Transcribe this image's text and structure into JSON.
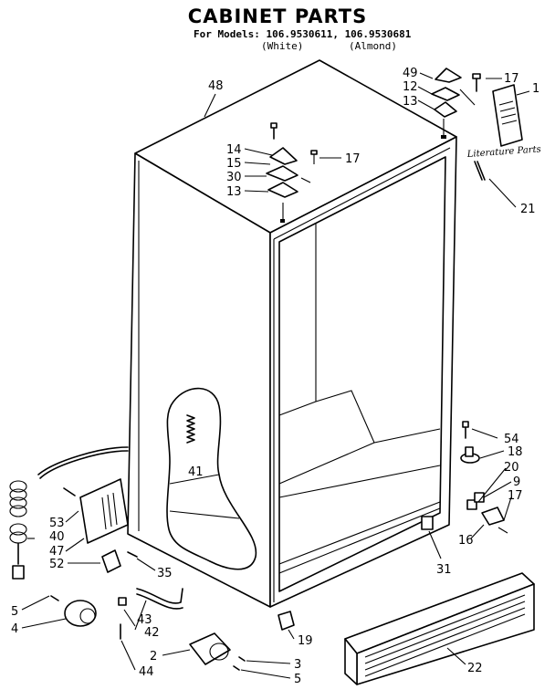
{
  "header": {
    "title": "CABINET PARTS",
    "models_line": "For Models: 106.9530611, 106.9530681",
    "variant_white": "(White)",
    "variant_almond": "(Almond)"
  },
  "literature_label": "Literature Parts",
  "callouts": [
    {
      "id": "c48",
      "text": "48"
    },
    {
      "id": "c49",
      "text": "49"
    },
    {
      "id": "c12",
      "text": "12"
    },
    {
      "id": "c13a",
      "text": "13"
    },
    {
      "id": "c17a",
      "text": "17"
    },
    {
      "id": "c1",
      "text": "1"
    },
    {
      "id": "c14",
      "text": "14"
    },
    {
      "id": "c15",
      "text": "15"
    },
    {
      "id": "c30",
      "text": "30"
    },
    {
      "id": "c13b",
      "text": "13"
    },
    {
      "id": "c17b",
      "text": "17"
    },
    {
      "id": "c21",
      "text": "21"
    },
    {
      "id": "c41",
      "text": "41"
    },
    {
      "id": "c54",
      "text": "54"
    },
    {
      "id": "c18",
      "text": "18"
    },
    {
      "id": "c20",
      "text": "20"
    },
    {
      "id": "c9",
      "text": "9"
    },
    {
      "id": "c17c",
      "text": "17"
    },
    {
      "id": "c16",
      "text": "16"
    },
    {
      "id": "c31",
      "text": "31"
    },
    {
      "id": "c53",
      "text": "53"
    },
    {
      "id": "c40",
      "text": "40"
    },
    {
      "id": "c47",
      "text": "47"
    },
    {
      "id": "c52",
      "text": "52"
    },
    {
      "id": "c35",
      "text": "35"
    },
    {
      "id": "c5a",
      "text": "5"
    },
    {
      "id": "c4",
      "text": "4"
    },
    {
      "id": "c43",
      "text": "43"
    },
    {
      "id": "c42",
      "text": "42"
    },
    {
      "id": "c2",
      "text": "2"
    },
    {
      "id": "c44",
      "text": "44"
    },
    {
      "id": "c3",
      "text": "3"
    },
    {
      "id": "c5b",
      "text": "5"
    },
    {
      "id": "c19",
      "text": "19"
    },
    {
      "id": "c22",
      "text": "22"
    }
  ]
}
